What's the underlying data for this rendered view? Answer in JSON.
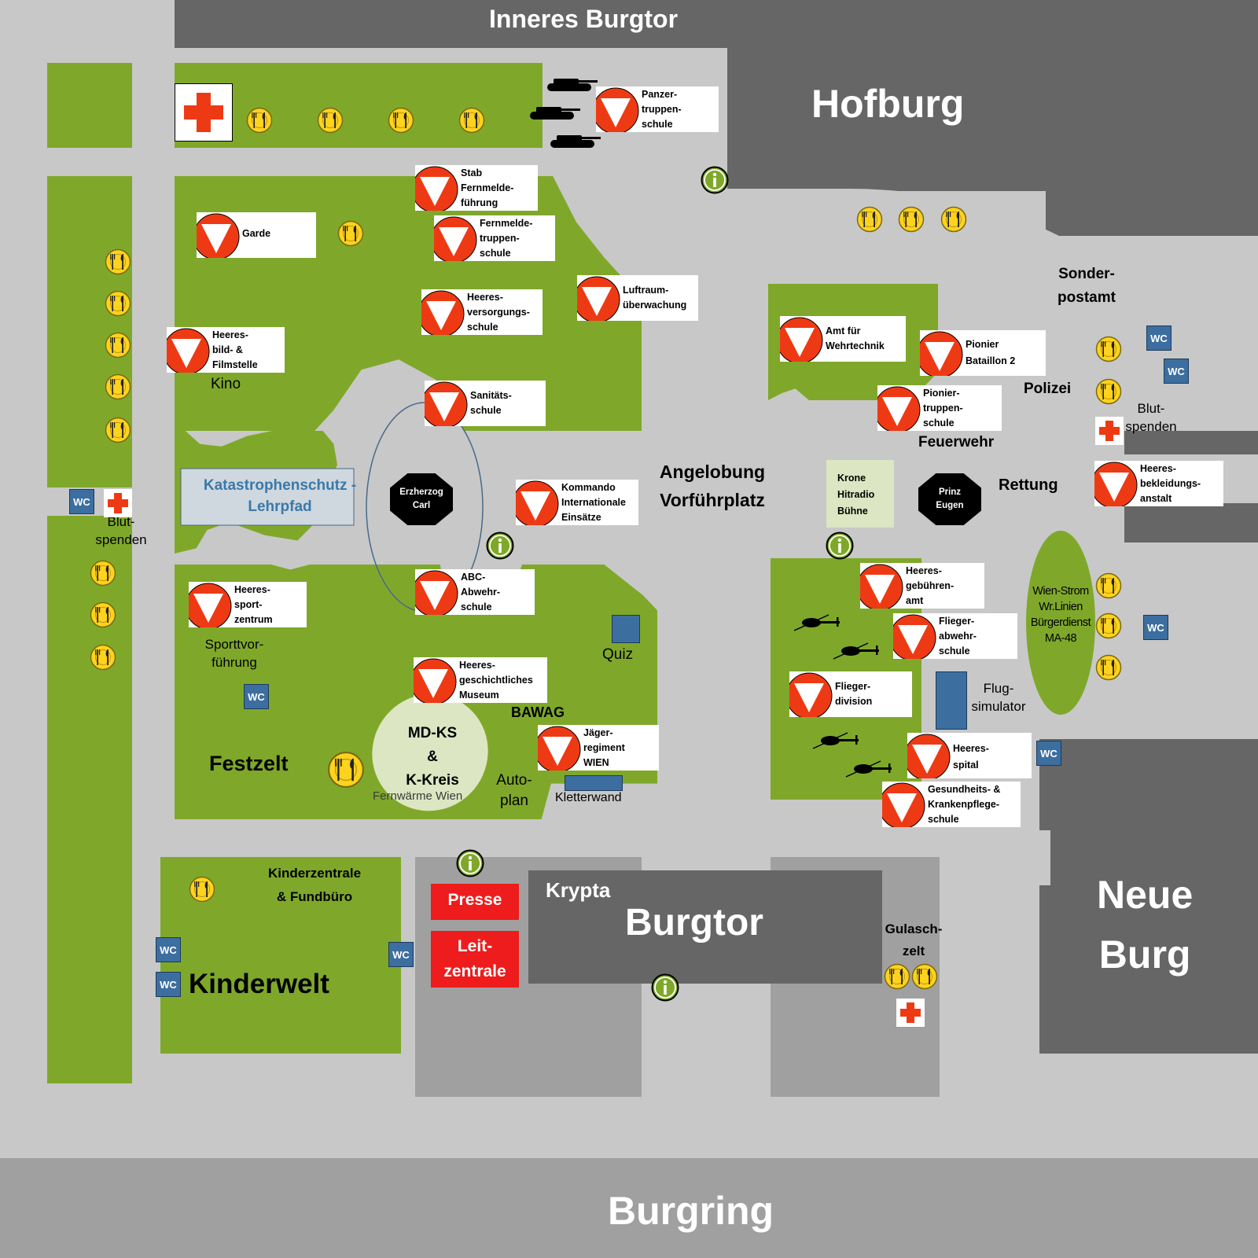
{
  "streets": {
    "inneres_burgtor": "Inneres Burgtor",
    "burgring": "Burgring",
    "hofburg": "Hofburg",
    "neue_burg_1": "Neue",
    "neue_burg_2": "Burg",
    "burgtor": "Burgtor",
    "krypta": "Krypta"
  },
  "stands": {
    "panzer": "Panzer-\ntruppen-\nschule",
    "stab": "Stab\nFernmelde-\nführung",
    "fernmelde": "Fernmelde-\ntruppen-\nschule",
    "garde": "Garde",
    "versorgung": "Heeres-\nversorgungs-\nschule",
    "luftraum": "Luftraum-\nüberwachung",
    "bild": "Heeres-\nbild- &\nFilmstelle",
    "sanitaet": "Sanitäts-\nschule",
    "kommando": "Kommando\nInternationale\nEinsätze",
    "abc": "ABC-\nAbwehr-\nschule",
    "sport": "Heeres-\nsport-\nzentrum",
    "museum": "Heeres-\ngeschichtliches\nMuseum",
    "jaeger": "Jäger-\nregiment\nWIEN",
    "wehrtechnik": "Amt für\nWehrtechnik",
    "pionier_bat": "Pionier\nBataillon 2",
    "pionier_schule": "Pionier-\ntruppen-\nschule",
    "bekleidung": "Heeres-\nbekleidungs-\nanstalt",
    "gebuehren": "Heeres-\ngebühren-\namt",
    "flak": "Flieger-\nabwehr-\nschule",
    "flieger": "Flieger-\ndivision",
    "spital": "Heeres-\nspital",
    "gesundheit": "Gesundheits- &\nKrankenpflege-\nschule"
  },
  "labels": {
    "kino": "Kino",
    "katastrophen": "Katastrophenschutz -\nLehrpfad",
    "erzherzog": "Erzherzog\nCarl",
    "prinz_eugen": "Prinz\nEugen",
    "angelobung": "Angelobung\nVorführplatz",
    "krone": "Krone\nHitradio\nBühne",
    "rettung": "Rettung",
    "feuerwehr": "Feuerwehr",
    "polizei": "Polizei",
    "sonderpostamt": "Sonder-\npostamt",
    "blutspenden_left": "Blut-\nspenden",
    "blutspenden_right": "Blut-\nspenden",
    "sportvorfuehrung": "Sporttvor-\nführung",
    "quiz": "Quiz",
    "festzelt": "Festzelt",
    "mdks": "MD-KS\n&\nK-Kreis",
    "fernwaerme": "Fernwärme Wien",
    "bawag": "BAWAG",
    "autoplan": "Auto-\nplan",
    "kletterwand": "Kletterwand",
    "wienstrom": "Wien-Strom\nWr.Linien\nBürgerdienst\nMA-48",
    "flugsimulator": "Flug-\nsimulator",
    "kinderzentrale": "Kinderzentrale\n& Fundbüro",
    "kinderwelt": "Kinderwelt",
    "presse": "Presse",
    "leitzentrale": "Leit-\nzentrale",
    "gulaschzelt": "Gulasch-\nzelt"
  },
  "icons": {
    "wc_label": "WC",
    "info_label": "i",
    "badge": "austrian-armed-forces-triangle-icon",
    "food": "restaurant-cutlery-icon",
    "first_aid": "red-cross-icon"
  },
  "colors": {
    "green": "#7fa82a",
    "dark_building": "#666666",
    "plaza": "#c8c8c8",
    "badge_red": "#ee3a14",
    "food_yellow": "#ffd21e",
    "wc_blue": "#3c6ea0",
    "presse_red": "#ee1c1c"
  }
}
